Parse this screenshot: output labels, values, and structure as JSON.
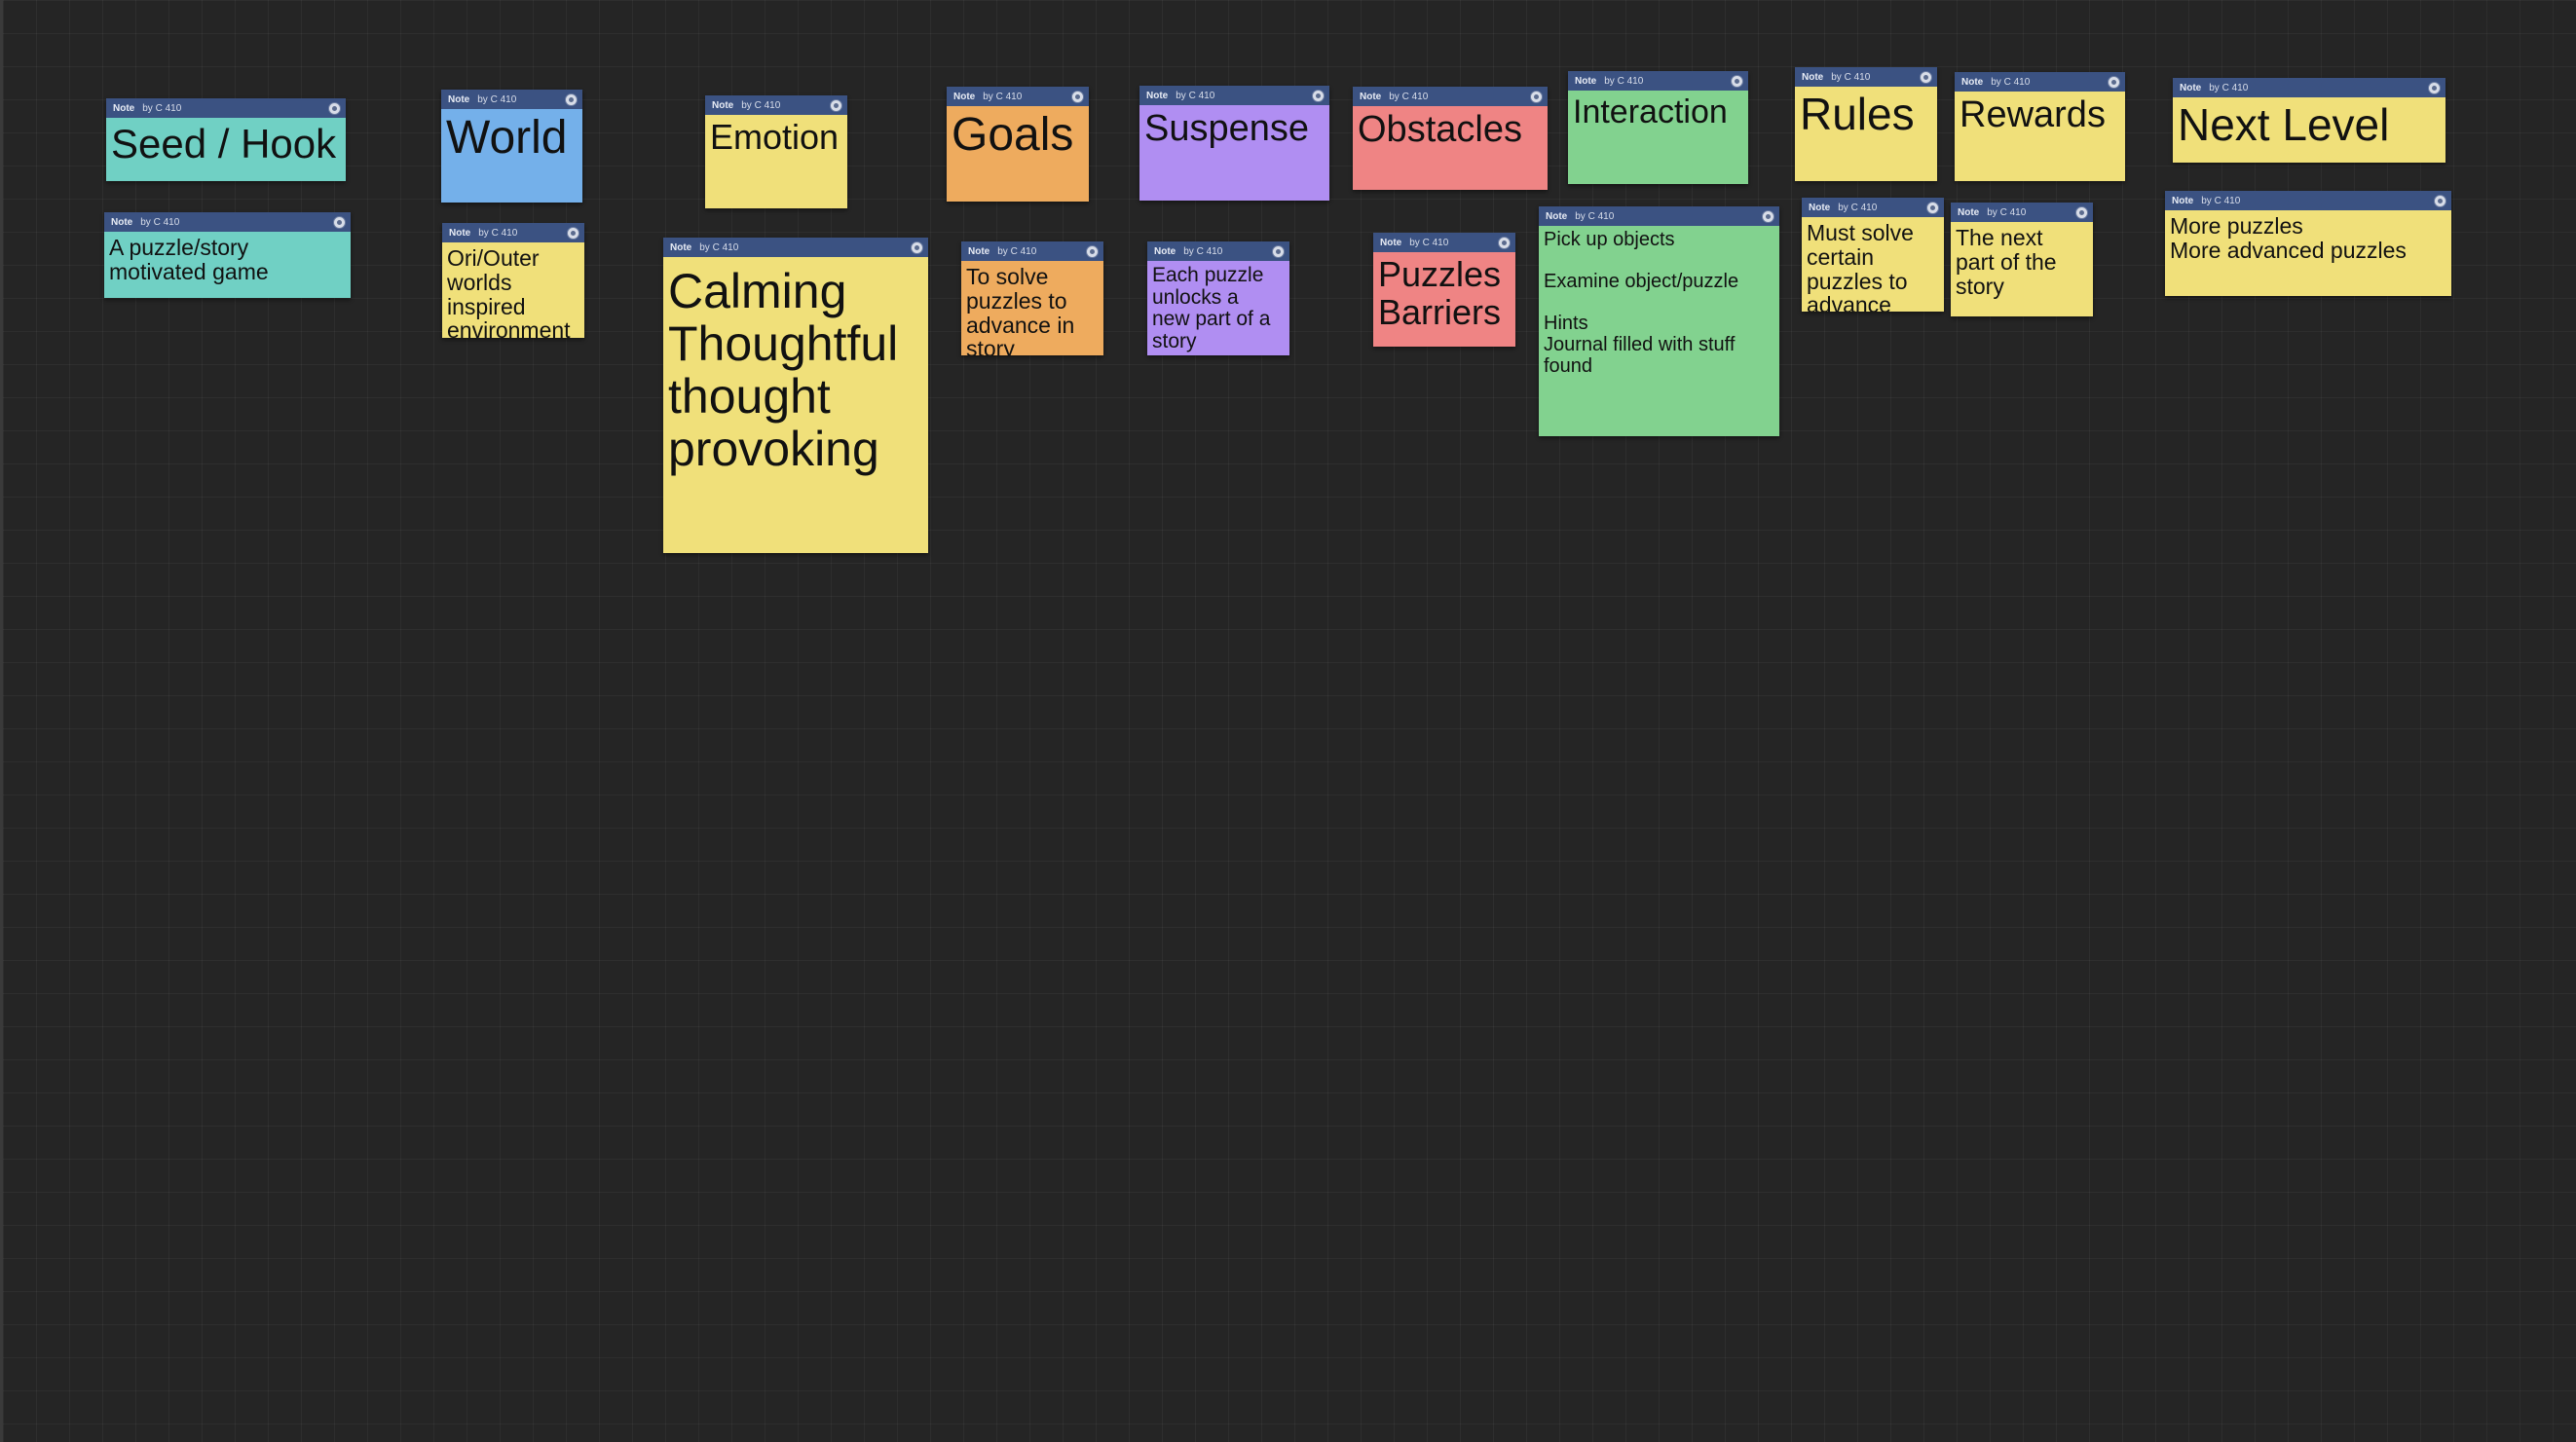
{
  "board": {
    "note_type_label": "Note",
    "author_label": "by C 410",
    "colors": {
      "background": "#252525",
      "header": "#3b5282",
      "teal": "#70d0c4",
      "blue": "#74b0ea",
      "yellow": "#f0e07a",
      "orange": "#eeab5e",
      "purple": "#b08ef2",
      "red": "#ef8484",
      "green": "#82d28f"
    }
  },
  "notes": {
    "seed_title": "Seed / Hook",
    "seed_detail": "A puzzle/story\nmotivated game",
    "world_title": "World",
    "world_detail": "Ori/Outer\nworlds\ninspired\nenvironment",
    "emotion_title": "Emotion",
    "emotion_detail": "Calming\nThoughtful\nthought\nprovoking",
    "goals_title": "Goals",
    "goals_detail": "To solve\npuzzles to\nadvance in\nstory",
    "suspense_title": "Suspense",
    "suspense_detail": "Each puzzle\nunlocks a\nnew part of a\nstory",
    "obstacles_title": "Obstacles",
    "obstacles_detail": "Puzzles\nBarriers",
    "interaction_title": "Interaction",
    "interaction_detail": "Pick up objects\n\nExamine object/puzzle\n\nHints\nJournal filled with stuff\nfound",
    "rules_title": "Rules",
    "rules_detail": "Must solve\ncertain\npuzzles to\nadvance",
    "rewards_title": "Rewards",
    "rewards_detail": "The next\npart of the\nstory",
    "nextlevel_title": "Next Level",
    "nextlevel_detail": "More puzzles\nMore advanced puzzles"
  }
}
